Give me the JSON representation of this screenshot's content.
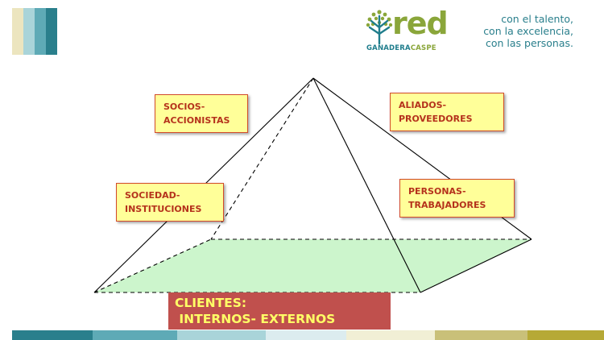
{
  "colors": {
    "corner_bars": [
      "#ece5bf",
      "#a9d4d9",
      "#5eaab6",
      "#2a7f8c"
    ],
    "stripe": [
      "#2a7f8c",
      "#5eaab6",
      "#a9d4d9",
      "#dcecef",
      "#f1efd5",
      "#c9c079",
      "#b6a936"
    ],
    "logo_green": "#8aa63a",
    "logo_teal": "#1f7d8c",
    "slogan_text": "#2a7f8c",
    "label_fill": "#ffff99",
    "label_border": "#d24a2a",
    "label_text": "#b5321c",
    "base_fill": "#ccf5cc",
    "clientes_fill": "#c0504d",
    "clientes_text": "#ffff66"
  },
  "logo": {
    "icon": "tree-icon",
    "word": "red",
    "sub_prefix": "GANADERA",
    "sub_suffix": "CASPE"
  },
  "slogan": [
    "con el talento,",
    "con la excelencia,",
    "con las personas."
  ],
  "diagram": {
    "shape": "pyramid",
    "labels": {
      "socios": [
        "SOCIOS-",
        "ACCIONISTAS"
      ],
      "aliados": [
        "ALIADOS-",
        "PROVEEDORES"
      ],
      "sociedad": [
        "SOCIEDAD-",
        "INSTITUCIONES"
      ],
      "personas": [
        "PERSONAS-",
        "TRABAJADORES"
      ]
    },
    "clientes": [
      "CLIENTES:",
      " INTERNOS- EXTERNOS"
    ]
  }
}
